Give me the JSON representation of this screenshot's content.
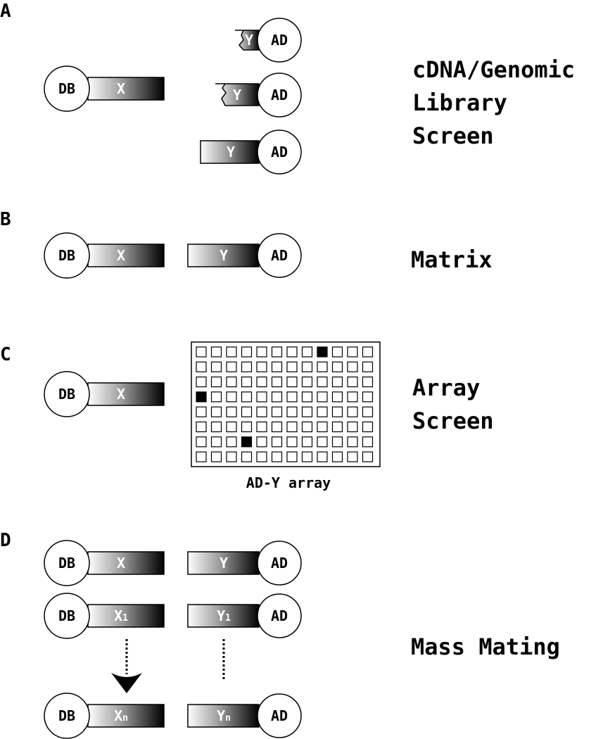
{
  "panels": {
    "A": {
      "letter": "A",
      "label_lines": [
        "cDNA/Genomic",
        "Library",
        "Screen"
      ],
      "bait": {
        "domain": "DB",
        "protein": "X"
      },
      "preys": [
        {
          "domain": "AD",
          "protein": "Y"
        },
        {
          "domain": "AD",
          "protein": "Y"
        },
        {
          "domain": "AD",
          "protein": "Y"
        }
      ]
    },
    "B": {
      "letter": "B",
      "label_lines": [
        "Matrix"
      ],
      "bait": {
        "domain": "DB",
        "protein": "X"
      },
      "prey": {
        "domain": "AD",
        "protein": "Y"
      }
    },
    "C": {
      "letter": "C",
      "label_lines": [
        "Array",
        "Screen"
      ],
      "bait": {
        "domain": "DB",
        "protein": "X"
      },
      "array_caption": "AD-Y array",
      "array": {
        "rows": 8,
        "cols": 12,
        "positive_cells": [
          [
            0,
            8
          ],
          [
            3,
            0
          ],
          [
            6,
            3
          ]
        ]
      }
    },
    "D": {
      "letter": "D",
      "label_lines": [
        "Mass Mating"
      ],
      "baits": [
        {
          "domain": "DB",
          "protein": "X",
          "sub": ""
        },
        {
          "domain": "DB",
          "protein": "X",
          "sub": "1"
        },
        {
          "domain": "DB",
          "protein": "X",
          "sub": "n"
        }
      ],
      "preys": [
        {
          "domain": "AD",
          "protein": "Y",
          "sub": ""
        },
        {
          "domain": "AD",
          "protein": "Y",
          "sub": "1"
        },
        {
          "domain": "AD",
          "protein": "Y",
          "sub": "n"
        }
      ]
    }
  }
}
